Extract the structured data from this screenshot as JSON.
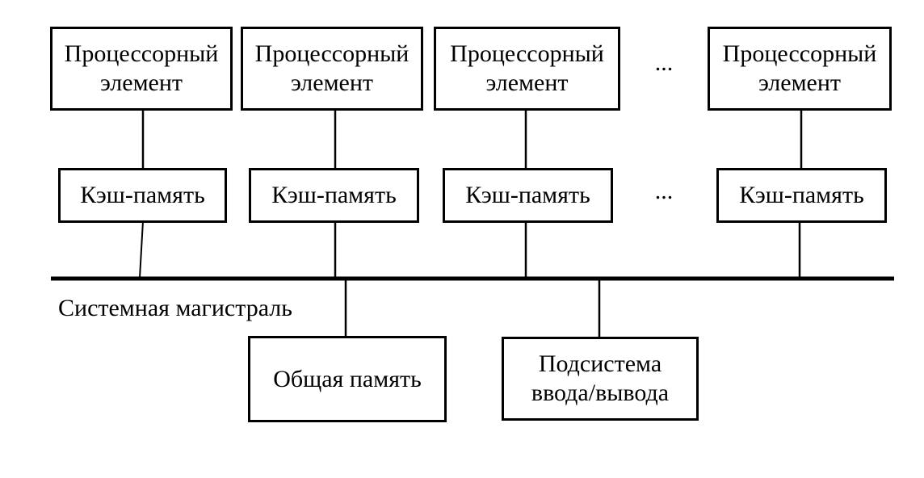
{
  "diagram": {
    "processors": [
      {
        "label": "Процессорный элемент"
      },
      {
        "label": "Процессорный элемент"
      },
      {
        "label": "Процессорный элемент"
      },
      {
        "label": "Процессорный элемент"
      }
    ],
    "caches": [
      {
        "label": "Кэш-память"
      },
      {
        "label": "Кэш-память"
      },
      {
        "label": "Кэш-память"
      },
      {
        "label": "Кэш-память"
      }
    ],
    "ellipsis_processors": "...",
    "ellipsis_caches": "...",
    "bus_label": "Системная магистраль",
    "memory": {
      "label": "Общая память"
    },
    "io": {
      "label": "Подсистема ввода/вывода"
    },
    "colors": {
      "line": "#000000",
      "text": "#000000",
      "background": "#ffffff"
    }
  }
}
